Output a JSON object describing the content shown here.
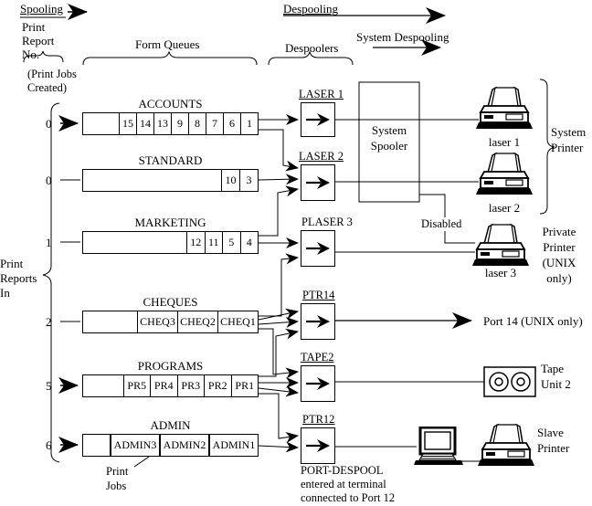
{
  "header": {
    "spooling": "Spooling",
    "despooling": "Despooling",
    "system_despooling": "System Despooling",
    "print_report_no_lines": [
      "Print",
      "Report",
      "No."
    ],
    "form_queues": "Form Queues",
    "despoolers_label": "Despoolers",
    "print_jobs_created_lines": [
      "(Print Jobs",
      "Created)"
    ]
  },
  "left": {
    "print_reports_in_lines": [
      "Print",
      "Reports",
      "In"
    ]
  },
  "queues": [
    {
      "name": "ACCOUNTS",
      "report_no": "0",
      "cells": [
        "15",
        "14",
        "13",
        "9",
        "8",
        "7",
        "6",
        "1"
      ]
    },
    {
      "name": "STANDARD",
      "report_no": "0",
      "cells": [
        "10",
        "3"
      ]
    },
    {
      "name": "MARKETING",
      "report_no": "1",
      "cells": [
        "12",
        "11",
        "5",
        "4"
      ]
    },
    {
      "name": "CHEQUES",
      "report_no": "2",
      "cells": [
        "CHEQ3",
        "CHEQ2",
        "CHEQ1"
      ]
    },
    {
      "name": "PROGRAMS",
      "report_no": "5",
      "cells": [
        "PR5",
        "PR4",
        "PR3",
        "PR2",
        "PR1"
      ]
    },
    {
      "name": "ADMIN",
      "report_no": "6",
      "cells": [
        "ADMIN3",
        "ADMIN2",
        "ADMIN1"
      ]
    }
  ],
  "print_jobs_note_lines": [
    "Print",
    "Jobs"
  ],
  "despoolers": [
    {
      "label": "LASER 1"
    },
    {
      "label": "LASER 2"
    },
    {
      "label": "PLASER 3"
    },
    {
      "label": "PTR14"
    },
    {
      "label": "TAPE2"
    },
    {
      "label": "PTR12"
    }
  ],
  "system_spooler_lines": [
    "System",
    "Spooler"
  ],
  "disabled": "Disabled",
  "port_despool_lines": [
    "PORT-DESPOOL",
    "entered at terminal",
    "connected to Port 12"
  ],
  "devices": {
    "laser1_label": "laser 1",
    "laser2_label": "laser 2",
    "laser3_label": "laser 3",
    "system_printer_lines": [
      "System",
      "Printer"
    ],
    "private_printer_lines": [
      "Private",
      "Printer",
      "(UNIX",
      "only)"
    ],
    "port14_label": "Port 14 (UNIX only)",
    "tape_unit_lines": [
      "Tape",
      "Unit 2"
    ],
    "slave_printer_lines": [
      "Slave",
      "Printer"
    ]
  },
  "colors": {
    "ink": "#000000",
    "background": "#ffffff"
  }
}
